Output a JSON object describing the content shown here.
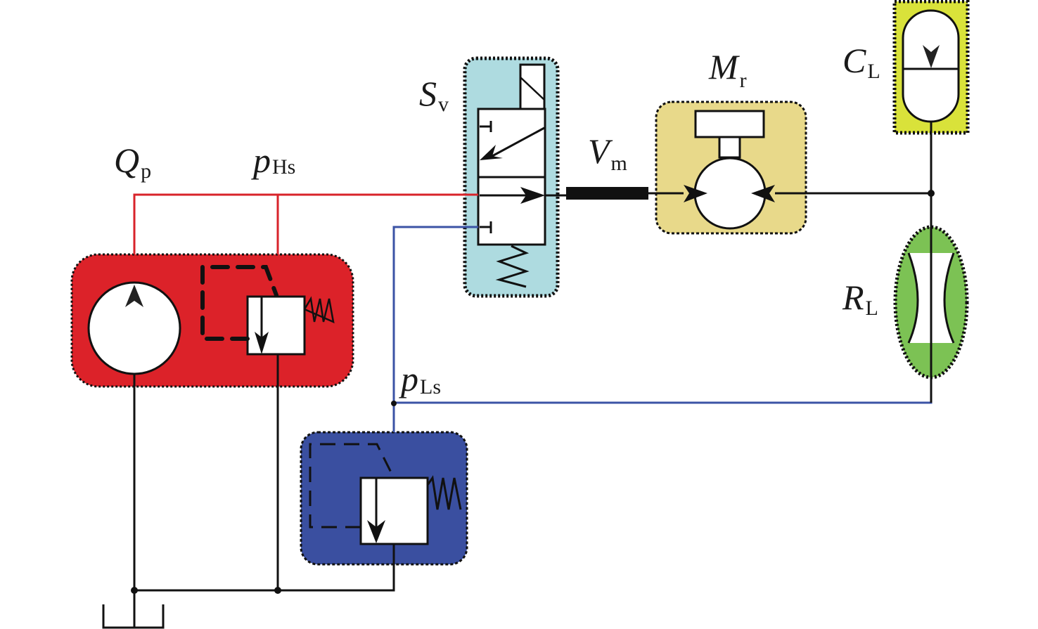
{
  "diagram": {
    "title": "Hydraulic circuit schematic",
    "colors": {
      "high_pressure_line": "#d8232a",
      "low_pressure_line": "#3b53a5",
      "pump_block": "#dc2229",
      "valve_block": "#aedbe0",
      "motor_block": "#e8d98a",
      "accumulator_block": "#d9e23a",
      "orifice_block": "#7cc254",
      "low_relief_block": "#3a4fa0",
      "line": "#111111"
    },
    "labels": {
      "pump_flow": {
        "main": "Q",
        "sub": "p"
      },
      "high_supply_pressure": {
        "main": "p",
        "sub": "Hs"
      },
      "solenoid_valve": {
        "main": "S",
        "sub": "v"
      },
      "motor_volume": {
        "main": "V",
        "sub": "m"
      },
      "motor": {
        "main": "M",
        "sub": "r"
      },
      "load_capacitance": {
        "main": "C",
        "sub": "L"
      },
      "load_resistance": {
        "main": "R",
        "sub": "L"
      },
      "low_supply_pressure": {
        "main": "p",
        "sub": "Ls"
      }
    },
    "components": [
      "pump",
      "high-pressure relief valve",
      "3/2 solenoid valve with spring return",
      "motor volume (hose)",
      "hydraulic motor with inertia",
      "accumulator",
      "orifice",
      "low-pressure relief valve",
      "tank"
    ]
  }
}
